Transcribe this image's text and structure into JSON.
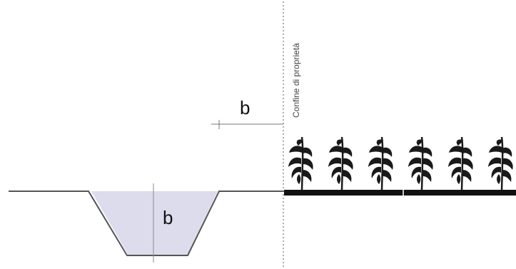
{
  "labels": {
    "property_boundary": "Confine di proprietà",
    "distance_b": "b",
    "depth_b": "b"
  },
  "plants": {
    "count": 6,
    "icon": "corn-plant-icon"
  },
  "colors": {
    "ditch_fill": "#dcdcec",
    "line": "#555555",
    "field_band": "#111111",
    "plant": "#1a1a1a",
    "boundary": "#777777"
  }
}
